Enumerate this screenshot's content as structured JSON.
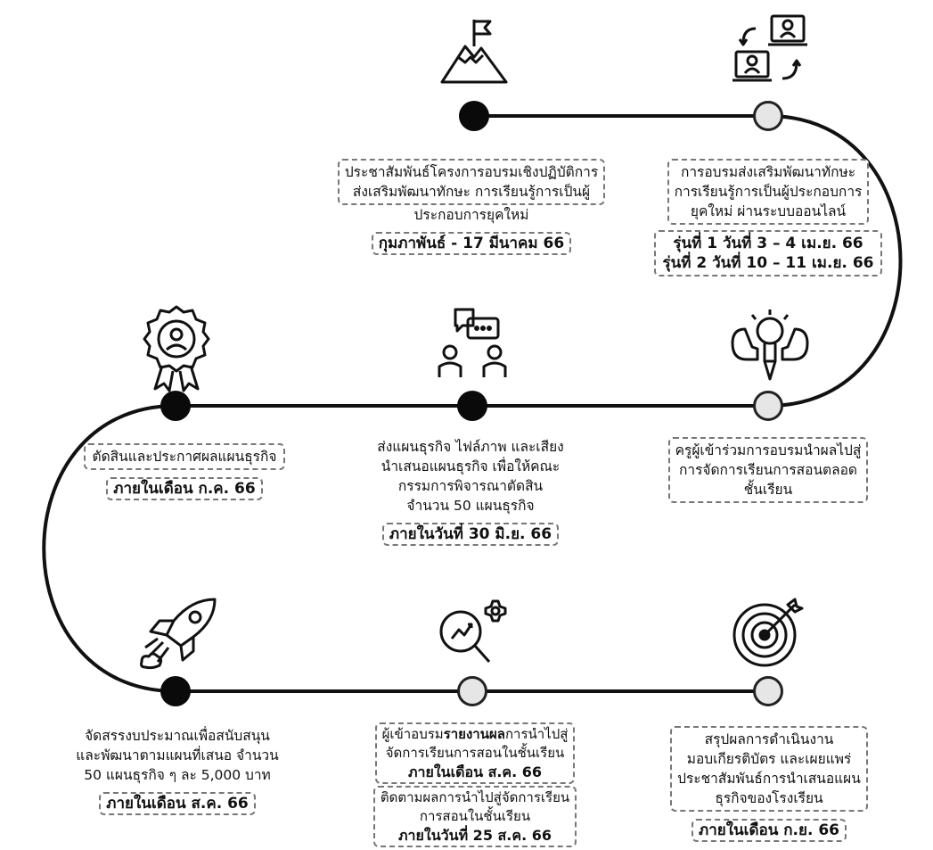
{
  "steps": [
    {
      "lines": [
        "ประชาสัมพันธ์โครงการอบรมเชิงปฏิบัติการ",
        "ส่งเสริมพัฒนาทักษะ การเรียนรู้การเป็นผู้",
        "ประกอบการยุคใหม่"
      ],
      "date": "กุมภาพันธ์ - 17 มีนาคม 66",
      "icon": "mountain-flag-icon"
    },
    {
      "lines": [
        "การอบรมส่งเสริมพัฒนาทักษะ",
        "การเรียนรู้การเป็นผู้ประกอบการ",
        "ยุคใหม่ ผ่านระบบออนไลน์"
      ],
      "dates": [
        "รุ่นที่ 1 วันที่ 3 – 4 เม.ย. 66",
        "รุ่นที่ 2 วันที่ 10 – 11 เม.ย. 66"
      ],
      "icon": "online-training-icon"
    },
    {
      "lines": [
        "ครูผู้เข้าร่วมการอบรมนำผลไปสู่",
        "การจัดการเรียนการสอนตลอด",
        "ชั้นเรียน"
      ],
      "icon": "idea-strength-icon"
    },
    {
      "lines": [
        "ส่งแผนธุรกิจ ไฟล์ภาพ และเสียง",
        "นำเสนอแผนธุรกิจ เพื่อให้คณะ",
        "กรรมการพิจารณาตัดสิน",
        "จำนวน 50 แผนธุรกิจ"
      ],
      "date": "ภายในวันที่ 30 มิ.ย. 66",
      "icon": "discussion-icon"
    },
    {
      "lines": [
        "ตัดสินและประกาศผลแผนธุรกิจ"
      ],
      "date": "ภายในเดือน ก.ค. 66",
      "icon": "award-badge-icon"
    },
    {
      "lines": [
        "จัดสรรงบประมาณเพื่อสนับสนุน",
        "และพัฒนาตามแผนที่เสนอ จำนวน",
        "50 แผนธุรกิจ ๆ ละ 5,000 บาท"
      ],
      "date": "ภายในเดือน ส.ค. 66",
      "icon": "rocket-icon"
    },
    {
      "line1_pre": "ผู้เข้าอบรม",
      "line1_bold": "รายงานผล",
      "line1_post": "การนำไปสู่",
      "line2": "จัดการเรียนการสอนในชั้นเรียน",
      "date1": "ภายในเดือน ส.ค. 66",
      "line3": "ติดตามผลการนำไปสู่จัดการเรียน",
      "line4": "การสอนในชั้นเรียน",
      "date2": "ภายในวันที่ 25 ส.ค. 66",
      "icon": "analytics-search-icon"
    },
    {
      "lines": [
        "สรุปผลการดำเนินงาน",
        "มอบเกียรติบัตร และเผยแพร่",
        "ประชาสัมพันธ์การนำเสนอแผน",
        "ธุรกิจของโรงเรียน"
      ],
      "date": "ภายในเดือน ก.ย. 66",
      "icon": "target-icon"
    }
  ]
}
